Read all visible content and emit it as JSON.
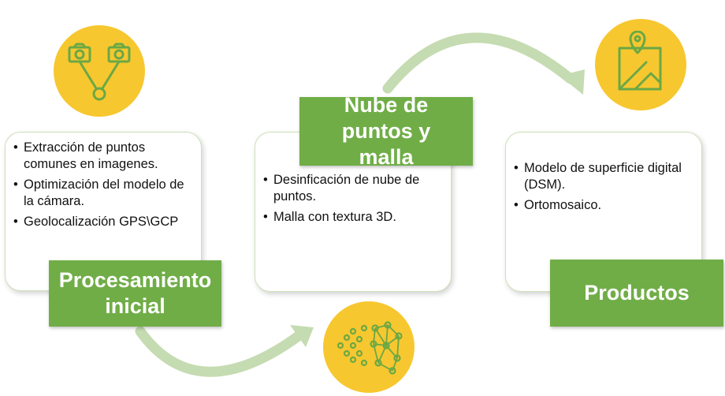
{
  "steps": [
    {
      "title": "Procesamiento inicial",
      "icon": "geotagged-photos-icon",
      "bullets": [
        "Extracción de puntos comunes en imagenes.",
        "Optimización del modelo de la cámara.",
        "Geolocalización GPS\\GCP"
      ]
    },
    {
      "title": "Nube de puntos y malla",
      "icon": "point-cloud-mesh-icon",
      "bullets": [
        "Desinficación de nube de puntos.",
        "Malla con textura 3D."
      ]
    },
    {
      "title": "Productos",
      "icon": "map-pin-icon",
      "bullets": [
        "Modelo de superficie digital (DSM).",
        "Ortomosaico."
      ]
    }
  ],
  "colors": {
    "accent_green": "#70ad47",
    "icon_circle": "#f7c72f",
    "icon_stroke": "#6aa845",
    "arrow": "#c5dbb1"
  }
}
